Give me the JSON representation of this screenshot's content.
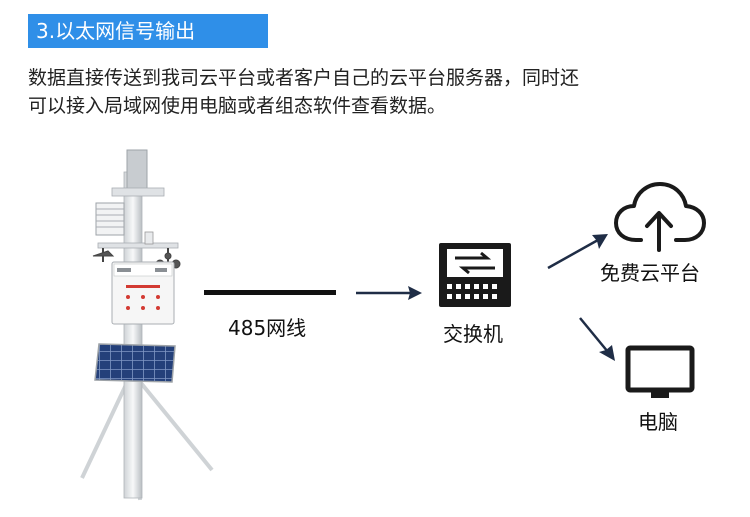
{
  "header": {
    "title": "3.以太网信号输出"
  },
  "description": {
    "line1": "数据直接传送到我司云平台或者客户自己的云平台服务器，同时还",
    "line2": "可以接入局域网使用电脑或者组态软件查看数据。"
  },
  "diagram": {
    "cable_label": "485网线",
    "switch_label": "交换机",
    "cloud_label": "免费云平台",
    "computer_label": "电脑"
  },
  "colors": {
    "header_bg": "#2f8fe8",
    "arrow": "#1f2d46",
    "icon": "#1a1a1a"
  }
}
